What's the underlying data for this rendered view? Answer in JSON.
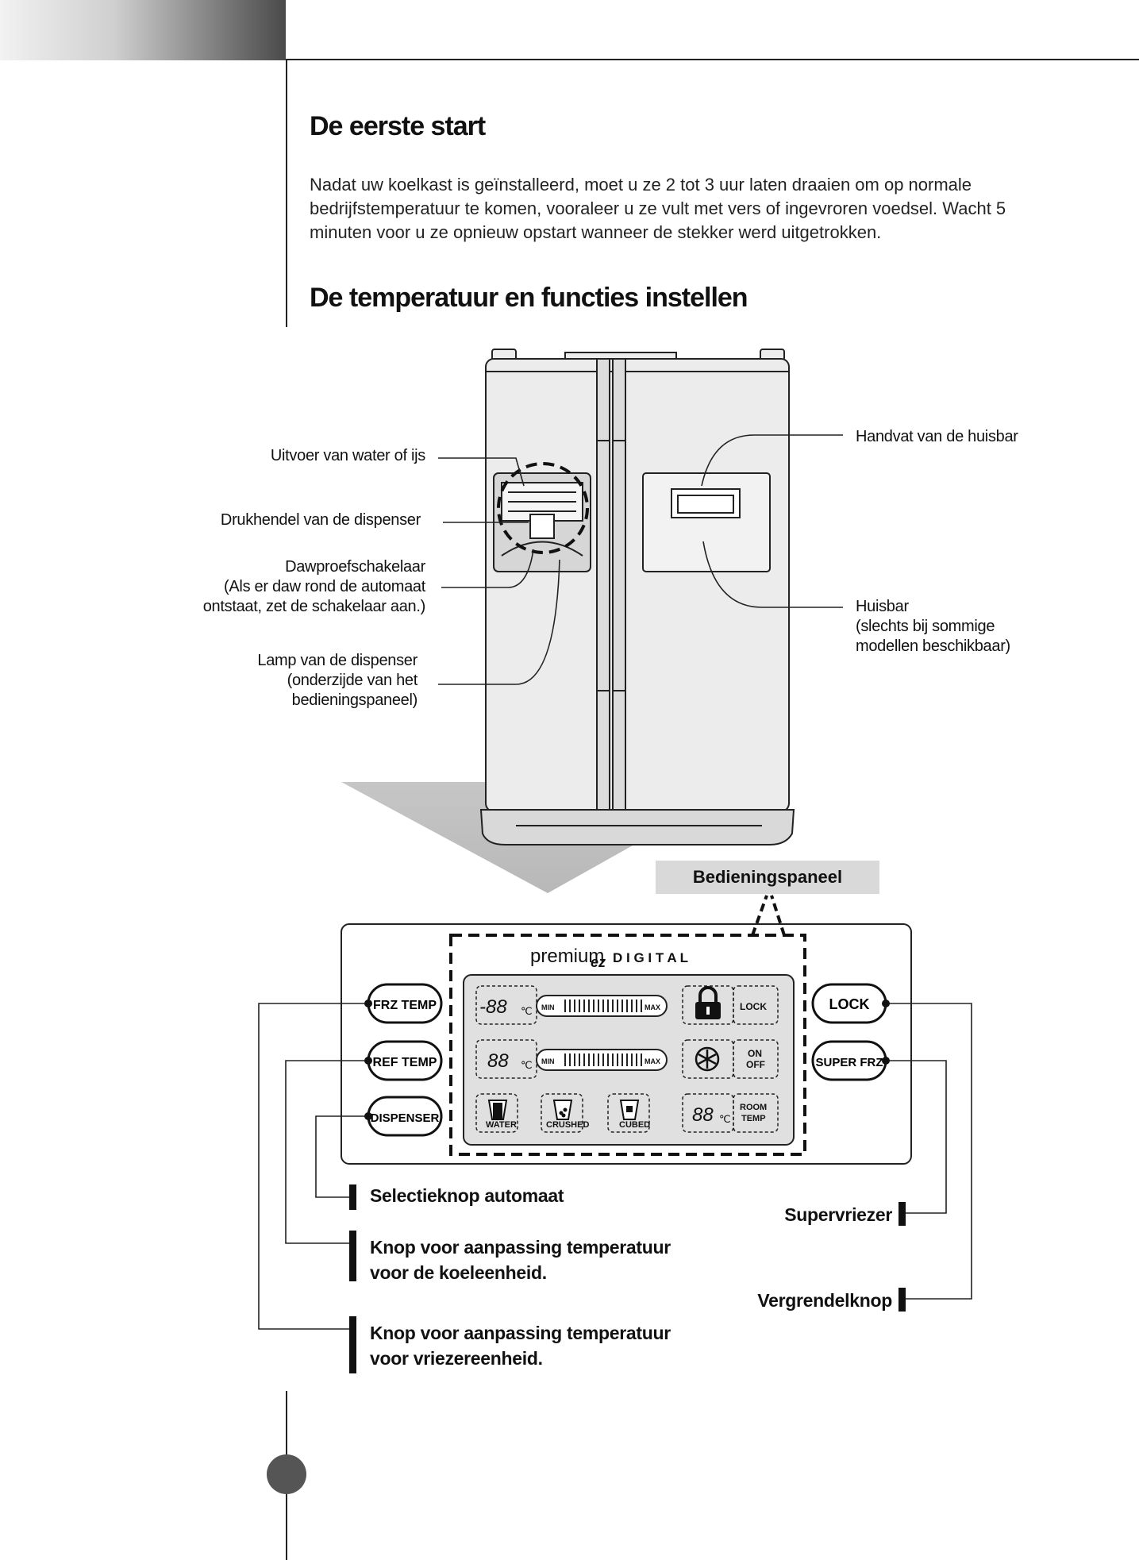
{
  "headings": {
    "first_start": "De eerste start",
    "set_temperature": "De temperatuur en functies instellen"
  },
  "intro_text": "Nadat uw koelkast is geïnstalleerd, moet u ze 2 tot 3 uur laten draaien om op normale bedrijfstemperatuur te komen, vooraleer u ze vult met vers of ingevroren voedsel. Wacht 5 minuten voor u ze opnieuw opstart wanneer de stekker werd uitgetrokken.",
  "fridge_callouts": {
    "dispenser_outlet": "Uitvoer van water of ijs",
    "dispenser_lever": "Drukhendel van de dispenser",
    "dew_switch": "Dawproefschakelaar\n(Als er daw rond de automaat\nontstaat, zet de schakelaar aan.)",
    "dispenser_lamp": "Lamp van de dispenser\n(onderzijde van het\nbedieningspaneel)",
    "homebar_handle": "Handvat van de huisbar",
    "homebar": "Huisbar\n(slechts bij sommige\nmodellen beschikbaar)"
  },
  "control_panel": {
    "tag": "Bedieningspaneel",
    "brand": "premium",
    "brand_ez": "ez",
    "brand_digital": "D I G I T A L",
    "buttons_left": [
      "FRZ TEMP",
      "REF TEMP",
      "DISPENSER"
    ],
    "buttons_right": [
      "LOCK",
      "SUPER FRZ"
    ],
    "display": {
      "frz_temp": "-88",
      "ref_temp": "88",
      "room_temp": "88",
      "unit": "℃",
      "bar_min": "MIN",
      "bar_max": "MAX",
      "lock": "LOCK",
      "on": "ON",
      "off": "OFF",
      "room": "ROOM",
      "temp": "TEMP",
      "water": "WATER",
      "crushed": "CRUSHED",
      "cubed": "CUBED"
    }
  },
  "panel_callouts": {
    "dispenser_select": "Selectieknop automaat",
    "ref_adjust": "Knop voor aanpassing temperatuur\nvoor de koeleenheid.",
    "frz_adjust": "Knop voor aanpassing temperatuur\nvoor vriezereenheid.",
    "super_freezer": "Supervriezer",
    "lock_button": "Vergrendelknop"
  }
}
